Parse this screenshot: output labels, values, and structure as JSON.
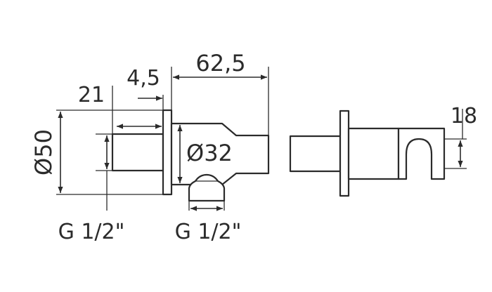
{
  "dimensions": {
    "d_21": "21",
    "d_4_5": "4,5",
    "d_62_5": "62,5",
    "d_phi50": "Ø50",
    "d_phi32": "Ø32",
    "d_18": "18"
  },
  "threads": {
    "left": "G 1/2\"",
    "right": "G 1/2\""
  },
  "colors": {
    "line": "#2b2b2b",
    "background": "#ffffff"
  }
}
